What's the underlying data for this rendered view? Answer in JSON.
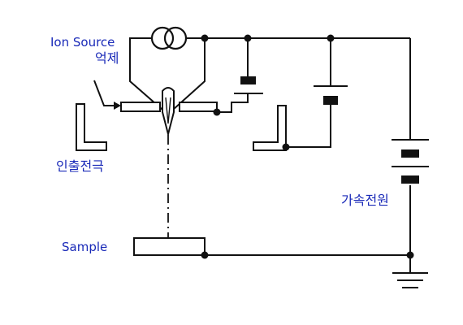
{
  "labels": {
    "ion_source": "Ion Source",
    "suppressor": "억제",
    "extractor": "인출전극",
    "accel_power": "가속전원",
    "sample": "Sample"
  },
  "colors": {
    "line": "#111111",
    "label": "#1a2ab8",
    "background": "#ffffff"
  }
}
